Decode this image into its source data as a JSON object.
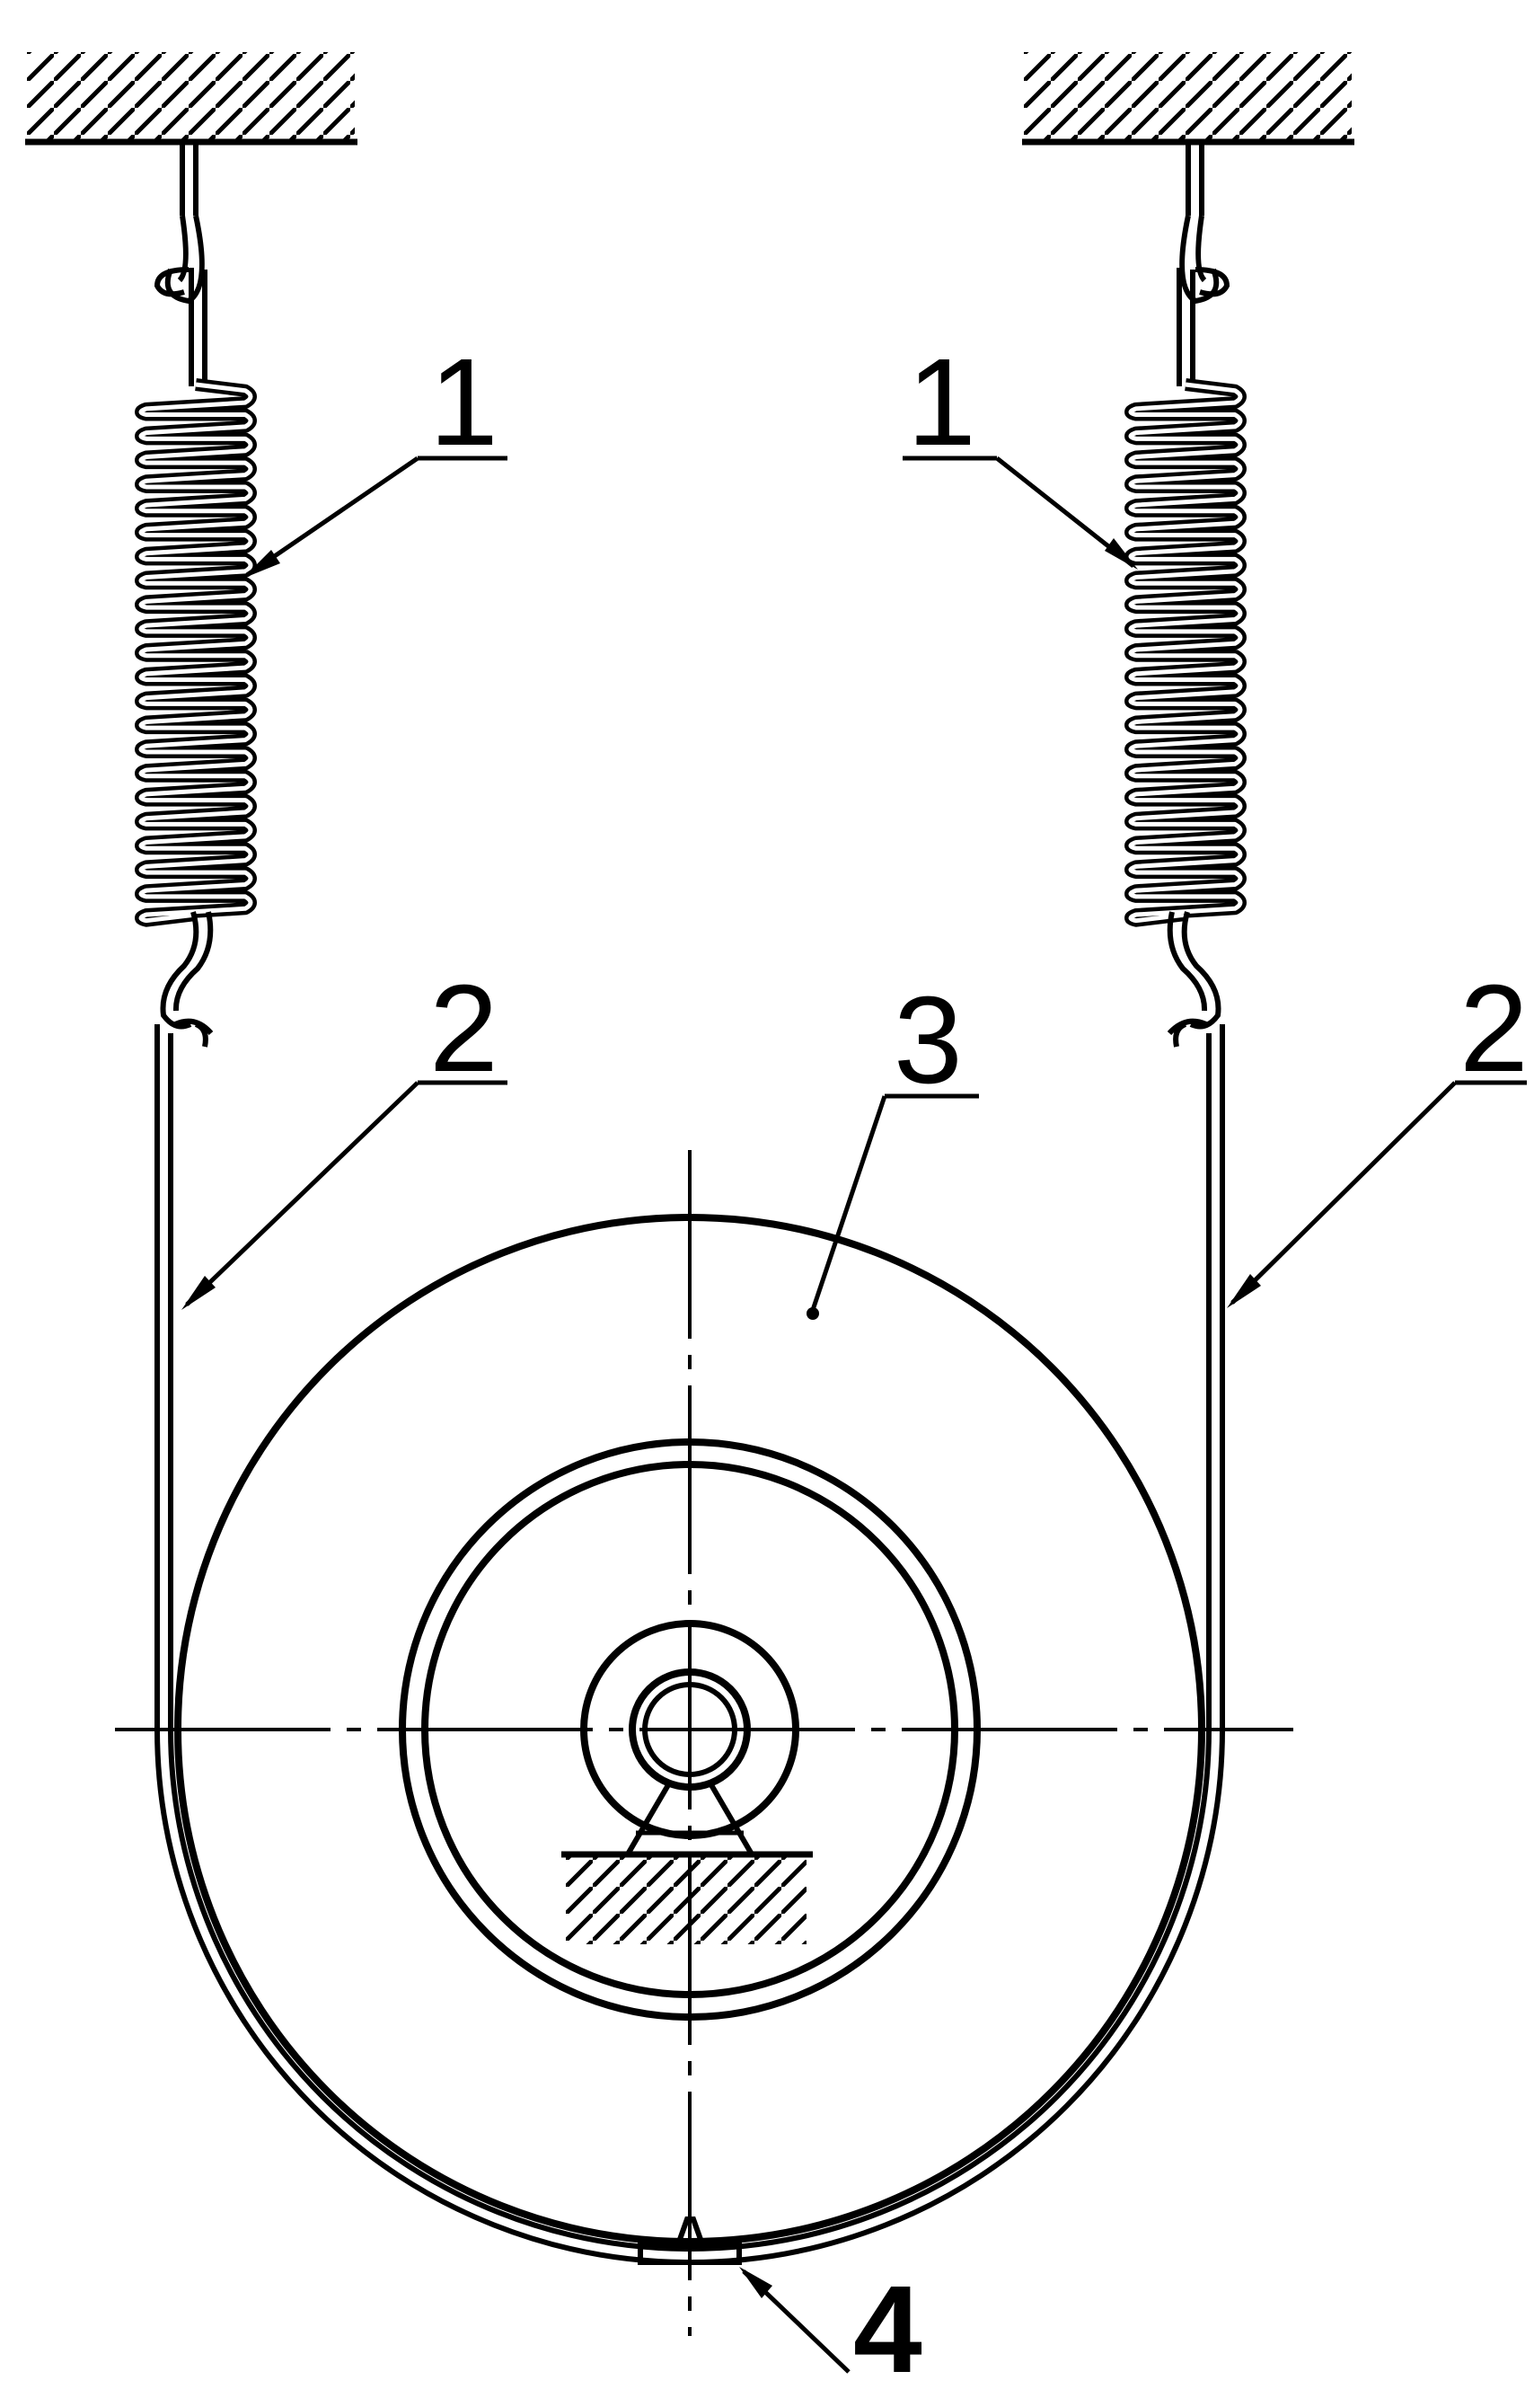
{
  "labels": {
    "spring_left": "1",
    "spring_right": "1",
    "band_left": "2",
    "band_right": "2",
    "drum": "3",
    "clamp": "4"
  },
  "colors": {
    "stroke": "#000000",
    "background": "#ffffff"
  }
}
